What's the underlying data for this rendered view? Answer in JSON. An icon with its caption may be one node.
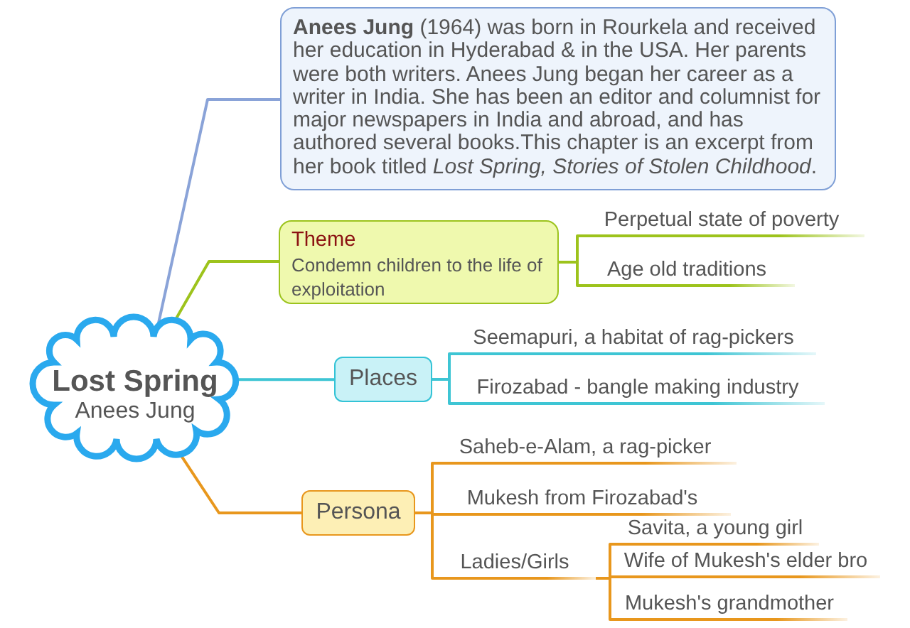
{
  "diagram": {
    "nodes": [
      {
        "text": [
          "Lost Spring",
          "Anees Jung"
        ]
      },
      {
        "text": [
          "**Anees Jung** (1964) was born in Rourkela and received her education in Hyderabad & in the USA. Her parents were both writers. Anees Jung began her career as a writer in India. She has been an editor and columnist for major newspapers in India and abroad, and has authored several books.This chapter is an excerpt from her book titled *Lost Spring, Stories of Stolen Childhood*."
        ]
      },
      {
        "text": [
          "Theme",
          "Condemn children to the life of exploitation"
        ]
      },
      {
        "text": [
          "Perpetual state of poverty"
        ]
      },
      {
        "text": [
          "Age old traditions"
        ]
      },
      {
        "text": [
          "Places"
        ]
      },
      {
        "text": [
          "Seemapuri, a habitat of rag-pickers"
        ]
      },
      {
        "text": [
          "Firozabad - bangle making industry"
        ]
      },
      {
        "text": [
          "Persona"
        ]
      },
      {
        "text": [
          "Saheb-e-Alam, a rag-picker"
        ]
      },
      {
        "text": [
          "Mukesh from Firozabad's"
        ]
      },
      {
        "text": [
          "Ladies/Girls"
        ]
      },
      {
        "text": [
          "Savita, a young girl"
        ]
      },
      {
        "text": [
          "Wife of Mukesh's elder bro"
        ]
      },
      {
        "text": [
          "Mukesh's grandmother"
        ]
      }
    ],
    "edges": [
      {
        "from": 0,
        "to": 1,
        "arrow": "none",
        "color": "#8aa3d8"
      },
      {
        "from": 0,
        "to": 2,
        "arrow": "none",
        "color": "#9dc31c"
      },
      {
        "from": 2,
        "to": 3,
        "arrow": "none",
        "color": "#9dc31c"
      },
      {
        "from": 2,
        "to": 4,
        "arrow": "none",
        "color": "#9dc31c"
      },
      {
        "from": 0,
        "to": 5,
        "arrow": "none",
        "color": "#3ec5d4"
      },
      {
        "from": 5,
        "to": 6,
        "arrow": "none",
        "color": "#3ec5d4"
      },
      {
        "from": 5,
        "to": 7,
        "arrow": "none",
        "color": "#3ec5d4"
      },
      {
        "from": 0,
        "to": 8,
        "arrow": "none"
      },
      {
        "from": 8,
        "to": 9,
        "arrow": "none"
      },
      {
        "from": 8,
        "to": 10,
        "arrow": "none"
      },
      {
        "from": 8,
        "to": 11,
        "arrow": "none"
      },
      {
        "from": 11,
        "to": 12,
        "arrow": "none"
      },
      {
        "from": 11,
        "to": 13,
        "arrow": "none"
      },
      {
        "from": 11,
        "to": 14,
        "arrow": "none"
      }
    ]
  }
}
